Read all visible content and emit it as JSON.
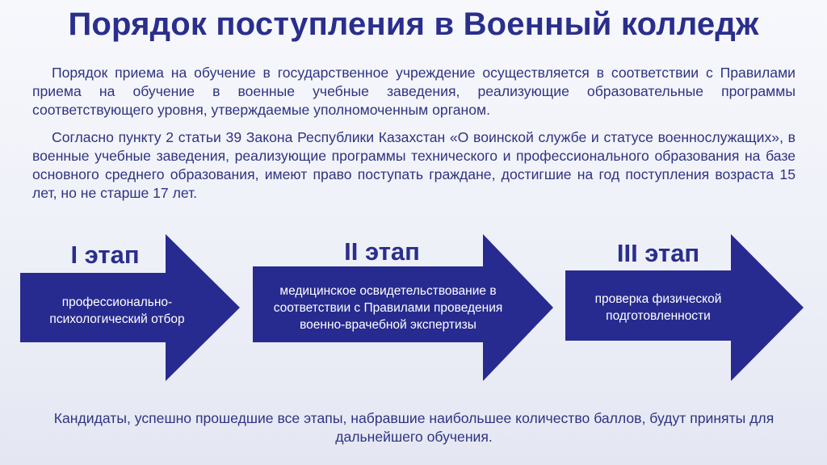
{
  "title": "Порядок поступления в Военный колледж",
  "paragraphs": [
    "Порядок приема на обучение в государственное учреждение осуществляется в соответствии с Правилами приема на обучение в военные учебные заведения, реализующие образовательные программы соответствующего уровня, утверждаемые уполномоченным органом.",
    "Согласно пункту 2 статьи 39 Закона Республики Казахстан «О воинской службе и статусе военнослужащих», в военные учебные заведения, реализующие программы технического и профессионального образования на базе основного среднего образования, имеют право поступать граждане, достигшие на год поступления возраста 15 лет, но не старше 17 лет."
  ],
  "stages": [
    {
      "label": "I этап",
      "text": "профессионально-психологический отбор"
    },
    {
      "label": "II этап",
      "text": "медицинское освидетельствование в соответствии с Правилами проведения военно-врачебной экспертизы"
    },
    {
      "label": "III этап",
      "text": "проверка физической подготовленности"
    }
  ],
  "footer": "Кандидаты, успешно прошедшие все этапы, набравшие наибольшее количество баллов, будут приняты для дальнейшего обучения.",
  "colors": {
    "accent": "#2a2e8c",
    "arrow_fill": "#272b8f",
    "text": "#2f3380"
  }
}
